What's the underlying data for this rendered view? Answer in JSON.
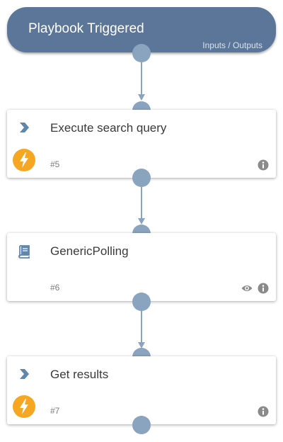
{
  "trigger": {
    "title": "Playbook Triggered",
    "io_label": "Inputs / Outputs"
  },
  "tasks": [
    {
      "name": "Execute search query",
      "number": "#5",
      "icon": "chevron-icon",
      "badge": "lightning-icon",
      "actions": [
        "info-icon"
      ]
    },
    {
      "name": "GenericPolling",
      "number": "#6",
      "icon": "playbook-book-icon",
      "badge": null,
      "actions": [
        "eye-icon",
        "info-icon"
      ]
    },
    {
      "name": "Get results",
      "number": "#7",
      "icon": "chevron-icon",
      "badge": "lightning-icon",
      "actions": [
        "info-icon"
      ]
    }
  ],
  "colors": {
    "trigger": "#5c7699",
    "connector": "#8aa3bf",
    "badge": "#f5a623",
    "icon_blue": "#5f86ad",
    "icon_gray": "#8a8a8a"
  }
}
